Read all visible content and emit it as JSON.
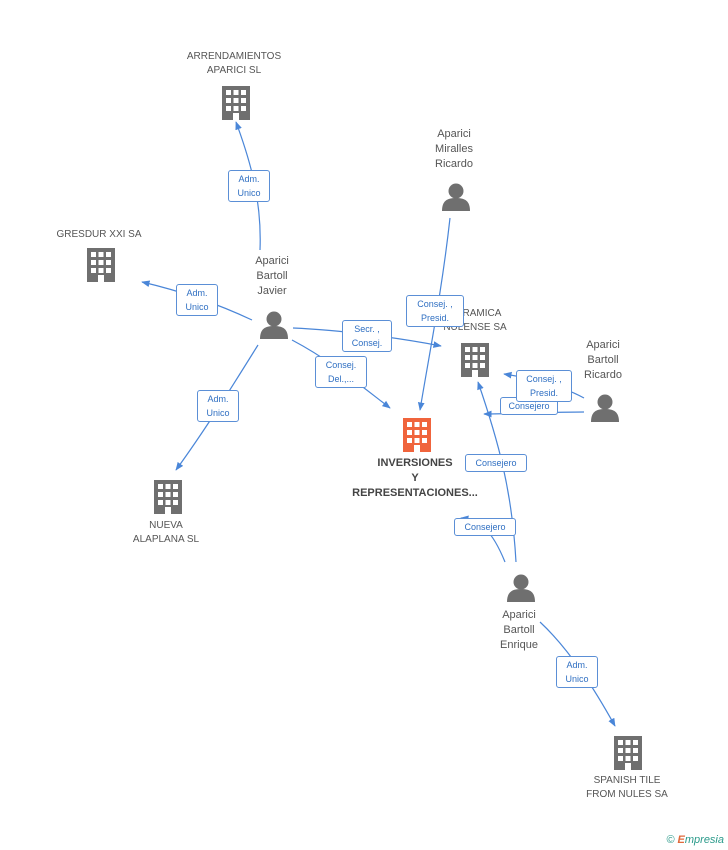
{
  "nodes": {
    "arrendamientos": {
      "lines": [
        "ARRENDAMIENTOS",
        "APARICI SL"
      ],
      "icon": "building-icon",
      "color": "#6f6f6f"
    },
    "gresdur": {
      "lines": [
        "GRESDUR XXI SA"
      ],
      "icon": "building-icon",
      "color": "#6f6f6f"
    },
    "nueva_alaplana": {
      "lines": [
        "NUEVA",
        "ALAPLANA  SL"
      ],
      "icon": "building-icon",
      "color": "#6f6f6f"
    },
    "inversiones": {
      "lines": [
        "INVERSIONES",
        "Y",
        "REPRESENTACIONES..."
      ],
      "icon": "building-icon",
      "color": "#f0643c"
    },
    "ceramica": {
      "lines": [
        "CERAMICA",
        "NULENSE SA"
      ],
      "icon": "building-icon",
      "color": "#6f6f6f"
    },
    "spanish_tile": {
      "lines": [
        "SPANISH TILE",
        "FROM NULES SA"
      ],
      "icon": "building-icon",
      "color": "#6f6f6f"
    },
    "javier": {
      "lines": [
        "Aparici",
        "Bartoll",
        "Javier"
      ],
      "icon": "person-icon",
      "color": "#6f6f6f"
    },
    "miralles": {
      "lines": [
        "Aparici",
        "Miralles",
        "Ricardo"
      ],
      "icon": "person-icon",
      "color": "#6f6f6f"
    },
    "ricardo": {
      "lines": [
        "Aparici",
        "Bartoll",
        "Ricardo"
      ],
      "icon": "person-icon",
      "color": "#6f6f6f"
    },
    "enrique": {
      "lines": [
        "Aparici",
        "Bartoll",
        "Enrique"
      ],
      "icon": "person-icon",
      "color": "#6f6f6f"
    }
  },
  "edges": [
    {
      "id": "e1",
      "lines": [
        "Adm.",
        "Unico"
      ]
    },
    {
      "id": "e2",
      "lines": [
        "Adm.",
        "Unico"
      ]
    },
    {
      "id": "e3",
      "lines": [
        "Adm.",
        "Unico"
      ]
    },
    {
      "id": "e4",
      "lines": [
        "Secr. ,",
        "Consej."
      ]
    },
    {
      "id": "e5",
      "lines": [
        "Consej.",
        "Del.,..."
      ]
    },
    {
      "id": "e6",
      "lines": [
        "Consej. ,",
        "Presid."
      ]
    },
    {
      "id": "e7",
      "lines": [
        "Consej. ,",
        "Presid."
      ]
    },
    {
      "id": "e8",
      "lines": [
        "Consejero"
      ]
    },
    {
      "id": "e9",
      "lines": [
        "Consejero"
      ]
    },
    {
      "id": "e10",
      "lines": [
        "Consejero"
      ]
    },
    {
      "id": "e11",
      "lines": [
        "Adm.",
        "Unico"
      ]
    }
  ],
  "colors": {
    "edge": "#4a86d8",
    "icon": "#6f6f6f",
    "focus": "#f0643c"
  },
  "branding": {
    "copyright": "©",
    "name_initial": "E",
    "name_rest": "mpresia"
  }
}
